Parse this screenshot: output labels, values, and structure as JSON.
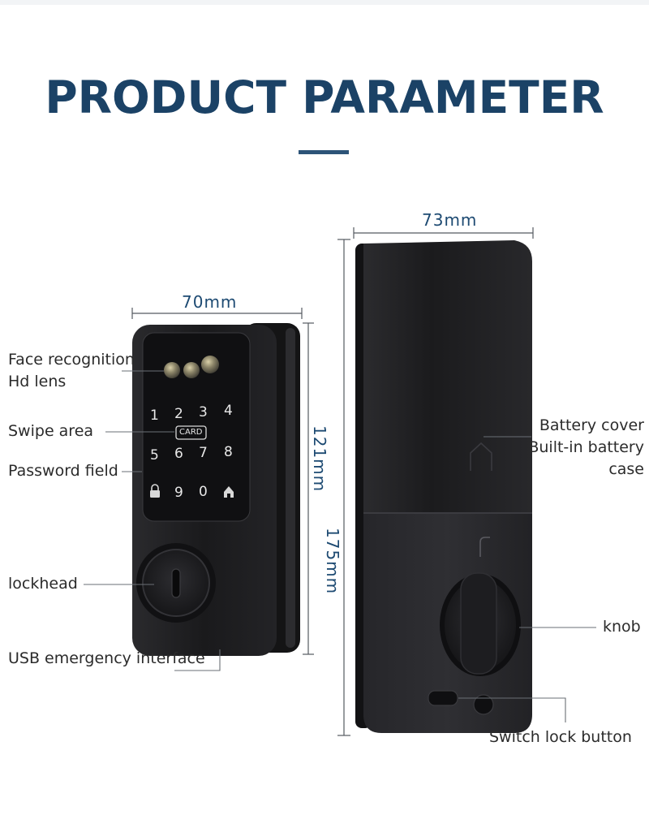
{
  "title": "PRODUCT PARAMETER",
  "dimensions": {
    "front_width": "70mm",
    "front_height": "121mm",
    "back_width": "73mm",
    "back_height": "175mm"
  },
  "labels": {
    "face_recognition_line1": "Face recognition",
    "face_recognition_line2": "Hd lens",
    "swipe_area": "Swipe area",
    "password_field": "Password field",
    "lockhead": "lockhead",
    "usb": "USB emergency interface",
    "battery_line1": "Battery cover",
    "battery_line2": "Built-in battery",
    "battery_line3": "case",
    "knob": "knob",
    "switch": "Switch lock button"
  },
  "keypad": {
    "row1": [
      "1",
      "2",
      "3",
      "4"
    ],
    "card": "CARD",
    "row2": [
      "5",
      "6",
      "7",
      "8"
    ],
    "row3": [
      "9",
      "0"
    ]
  },
  "icons": [
    "lock-icon",
    "home-icon",
    "unlock-arrow-icon"
  ],
  "colors": {
    "title": "#1b4266",
    "dimension": "#1d4a72",
    "lock_body": "#1c1c1e",
    "keypad_text": "#e8e8e8"
  }
}
